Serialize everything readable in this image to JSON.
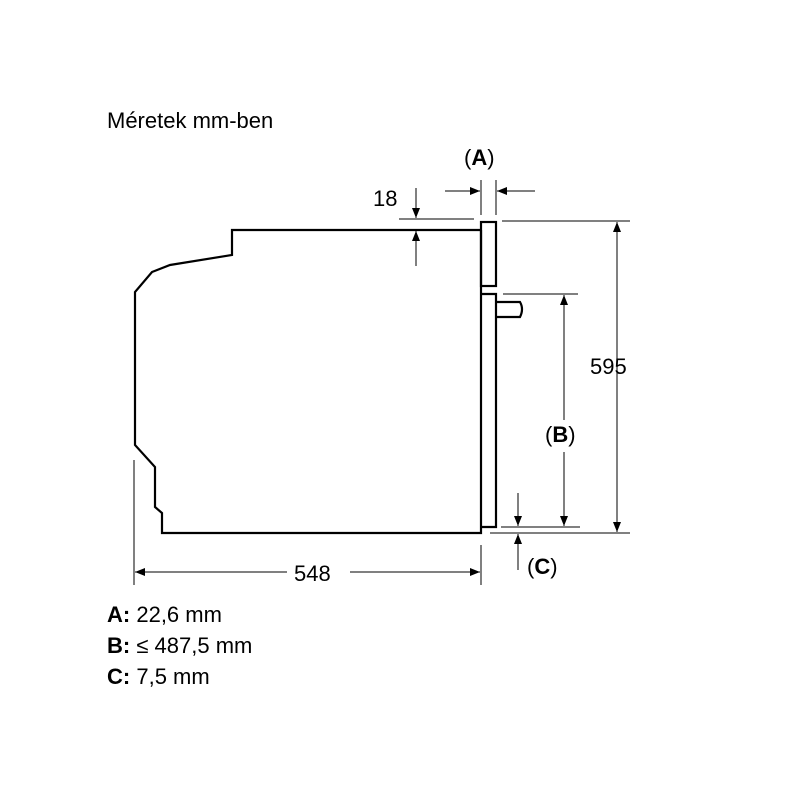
{
  "title": "Méretek mm-ben",
  "dimensions": {
    "a_label": "A",
    "b_label": "B",
    "c_label": "C",
    "top_offset": "18",
    "height": "595",
    "depth": "548"
  },
  "legend": [
    {
      "key": "A:",
      "value": "22,6 mm"
    },
    {
      "key": "B:",
      "value": "≤ 487,5 mm"
    },
    {
      "key": "C:",
      "value": "7,5 mm"
    }
  ]
}
